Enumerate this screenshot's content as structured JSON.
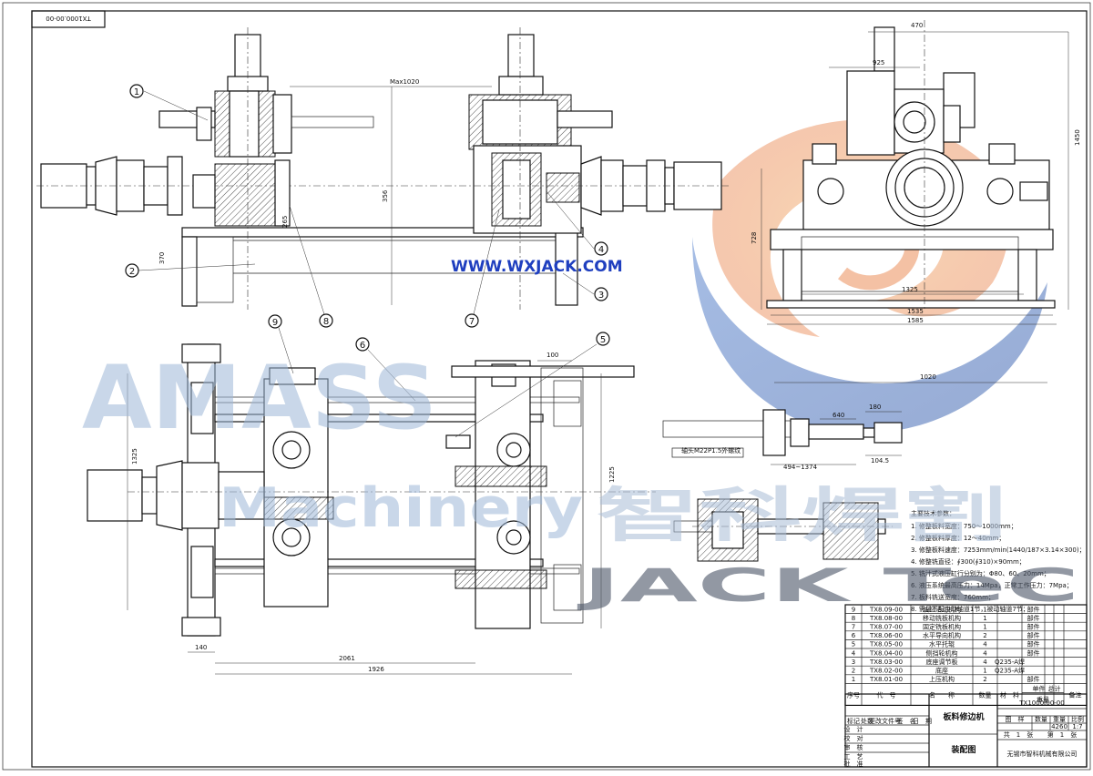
{
  "sheet": {
    "drawing_code": "TX1000.00-00",
    "url_watermark": "WWW.WXJACK.COM",
    "brand_watermark_1": "AMASS",
    "brand_watermark_2": "Machinery",
    "brand_watermark_cn": "智科焊割",
    "brand_watermark_3": "JACK  TeC"
  },
  "balloons": [
    "1",
    "2",
    "3",
    "4",
    "5",
    "6",
    "7",
    "8",
    "9"
  ],
  "dimensions": {
    "front_max": "Max1020",
    "side_470": "470",
    "side_925": "925",
    "side_1450": "1450",
    "side_728": "728",
    "side_1325": "1325",
    "side_1535": "1535",
    "side_1585": "1585",
    "plan_1325": "1325",
    "plan_1225": "1225",
    "plan_140": "140",
    "plan_2061": "2061",
    "plan_1926": "1926",
    "plan_100": "100",
    "det_1020": "1020",
    "det_180": "180",
    "det_494": "494~1374",
    "det_1045": "104.5",
    "det_640": "640",
    "small_356": "356",
    "small_265": "265",
    "small_370": "370"
  },
  "notes": {
    "heading": "主要技术参数：",
    "lines": [
      "1. 修整板料宽度：750～1000mm；",
      "2. 修整板料厚度：12～40mm；",
      "3. 修整板料速度：7253mm/min(1440/187×3.14×300)；",
      "4. 修整铣直径：∮300(∮310)×90mm；",
      "5. 铣汁式液压缸行分别为：Φ80、60、20mm；",
      "6. 液压系统最高压力：14Mpa，正常工作压力：7Mpa；",
      "7. 板料铣送宽度：760mm；",
      "8. 需后不配主动轴道1节，被动轴道7节；"
    ]
  },
  "detail_note": "轴头M22P1.5外螺纹",
  "bom": {
    "rows": [
      {
        "no": "9",
        "code": "TX8.09-00",
        "name": "油缸活动机构",
        "qty": "1",
        "mat": "",
        "note": "部件"
      },
      {
        "no": "8",
        "code": "TX8.08-00",
        "name": "移动铣板机构",
        "qty": "1",
        "mat": "",
        "note": "部件"
      },
      {
        "no": "7",
        "code": "TX8.07-00",
        "name": "固定铣板机构",
        "qty": "1",
        "mat": "",
        "note": "部件"
      },
      {
        "no": "6",
        "code": "TX8.06-00",
        "name": "水平导向机构",
        "qty": "2",
        "mat": "",
        "note": "部件"
      },
      {
        "no": "5",
        "code": "TX8.05-00",
        "name": "水平托辊",
        "qty": "4",
        "mat": "",
        "note": "部件"
      },
      {
        "no": "4",
        "code": "TX8.04-00",
        "name": "侧挡轮机构",
        "qty": "4",
        "mat": "",
        "note": "部件"
      },
      {
        "no": "3",
        "code": "TX8.03-00",
        "name": "底座调节板",
        "qty": "4",
        "mat": "Q235-A焊",
        "note": ""
      },
      {
        "no": "2",
        "code": "TX8.02-00",
        "name": "底座",
        "qty": "1",
        "mat": "Q235-A焊",
        "note": ""
      },
      {
        "no": "1",
        "code": "TX8.01-00",
        "name": "上压机构",
        "qty": "2",
        "mat": "",
        "note": "部件"
      }
    ],
    "headers": {
      "no": "序号",
      "code": "代　号",
      "name": "名　　称",
      "qty": "数量",
      "mat": "材　料",
      "unit": "单件",
      "total": "总计",
      "weight": "重量",
      "note": "备注"
    }
  },
  "title_block": {
    "title": "板料修边机",
    "subtitle": "装配图",
    "code": "TX1000.00-00",
    "company": "无锡市智科机械有限公司",
    "stage_label": "图　样",
    "qty_label": "数量",
    "weight_label": "重量",
    "scale_label": "比例",
    "weight_value": "4260",
    "scale_value": "1:7",
    "sheet_total": "共　1　张",
    "sheet_no": "第　1　张",
    "rev_row": [
      "标记",
      "处数",
      "更改文件号",
      "签　名",
      "日　期"
    ],
    "sign_rows": [
      "设　计",
      "校　对",
      "审　核",
      "工　艺",
      "批　准"
    ]
  },
  "colors": {
    "line": "#111111",
    "watermark_blue": "#3c66b4",
    "watermark_orange": "#f0a050",
    "url_blue": "#1f3fbf"
  }
}
